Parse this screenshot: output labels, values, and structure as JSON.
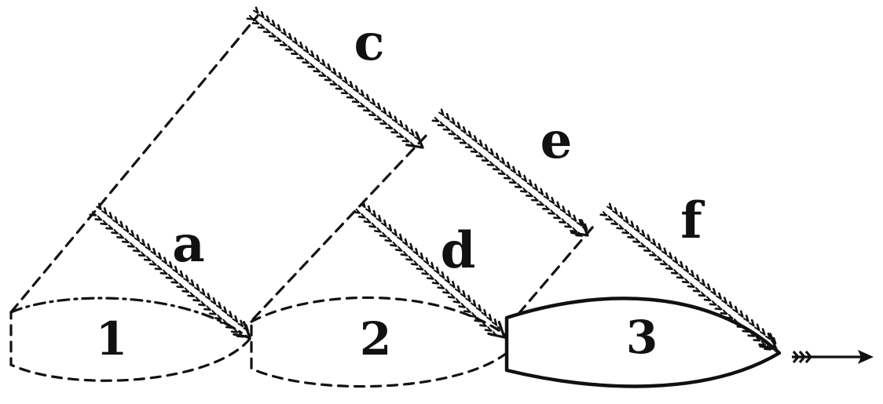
{
  "diagram": {
    "ink_color": "#111111",
    "background_color": "#ffffff",
    "arrow_labels": {
      "a": "a",
      "c": "c",
      "d": "d",
      "e": "e",
      "f": "f"
    },
    "stage_labels": {
      "one": "1",
      "two": "2",
      "three": "3"
    }
  }
}
